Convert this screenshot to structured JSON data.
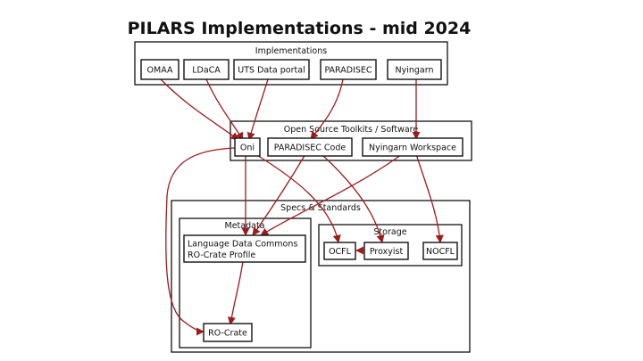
{
  "title": "PILARS Implementations - mid 2024",
  "colors": {
    "arrow": "#9e1b1b",
    "stroke": "#111111",
    "background": "#ffffff"
  },
  "groups": {
    "implementations": "Implementations",
    "toolkits": "Open Source Toolkits / Software",
    "specs": "Specs & Standards",
    "metadata": "Metadata",
    "storage": "Storage"
  },
  "nodes": {
    "omaa": "OMAA",
    "ldaca": "LDaCA",
    "uts": "UTS Data portal",
    "paradisec": "PARADISEC",
    "nyingarn": "Nyingarn",
    "oni": "Oni",
    "paradisec_code": "PARADISEC Code",
    "nyingarn_workspace": "Nyingarn Workspace",
    "ldc_profile_line1": "Language Data Commons",
    "ldc_profile_line2": "RO-Crate Profile",
    "ro_crate": "RO-Crate",
    "ocfl": "OCFL",
    "proxyist": "Proxyist",
    "nocfl": "NOCFL"
  },
  "edges": [
    [
      "omaa",
      "oni"
    ],
    [
      "ldaca",
      "oni"
    ],
    [
      "uts",
      "oni"
    ],
    [
      "paradisec",
      "paradisec_code"
    ],
    [
      "nyingarn",
      "nyingarn_workspace"
    ],
    [
      "oni",
      "ldc_profile"
    ],
    [
      "oni",
      "ocfl"
    ],
    [
      "oni",
      "ro_crate"
    ],
    [
      "paradisec_code",
      "ldc_profile"
    ],
    [
      "paradisec_code",
      "proxyist"
    ],
    [
      "nyingarn_workspace",
      "ldc_profile"
    ],
    [
      "nyingarn_workspace",
      "nocfl"
    ],
    [
      "ldc_profile",
      "ro_crate"
    ],
    [
      "proxyist",
      "ocfl"
    ]
  ]
}
